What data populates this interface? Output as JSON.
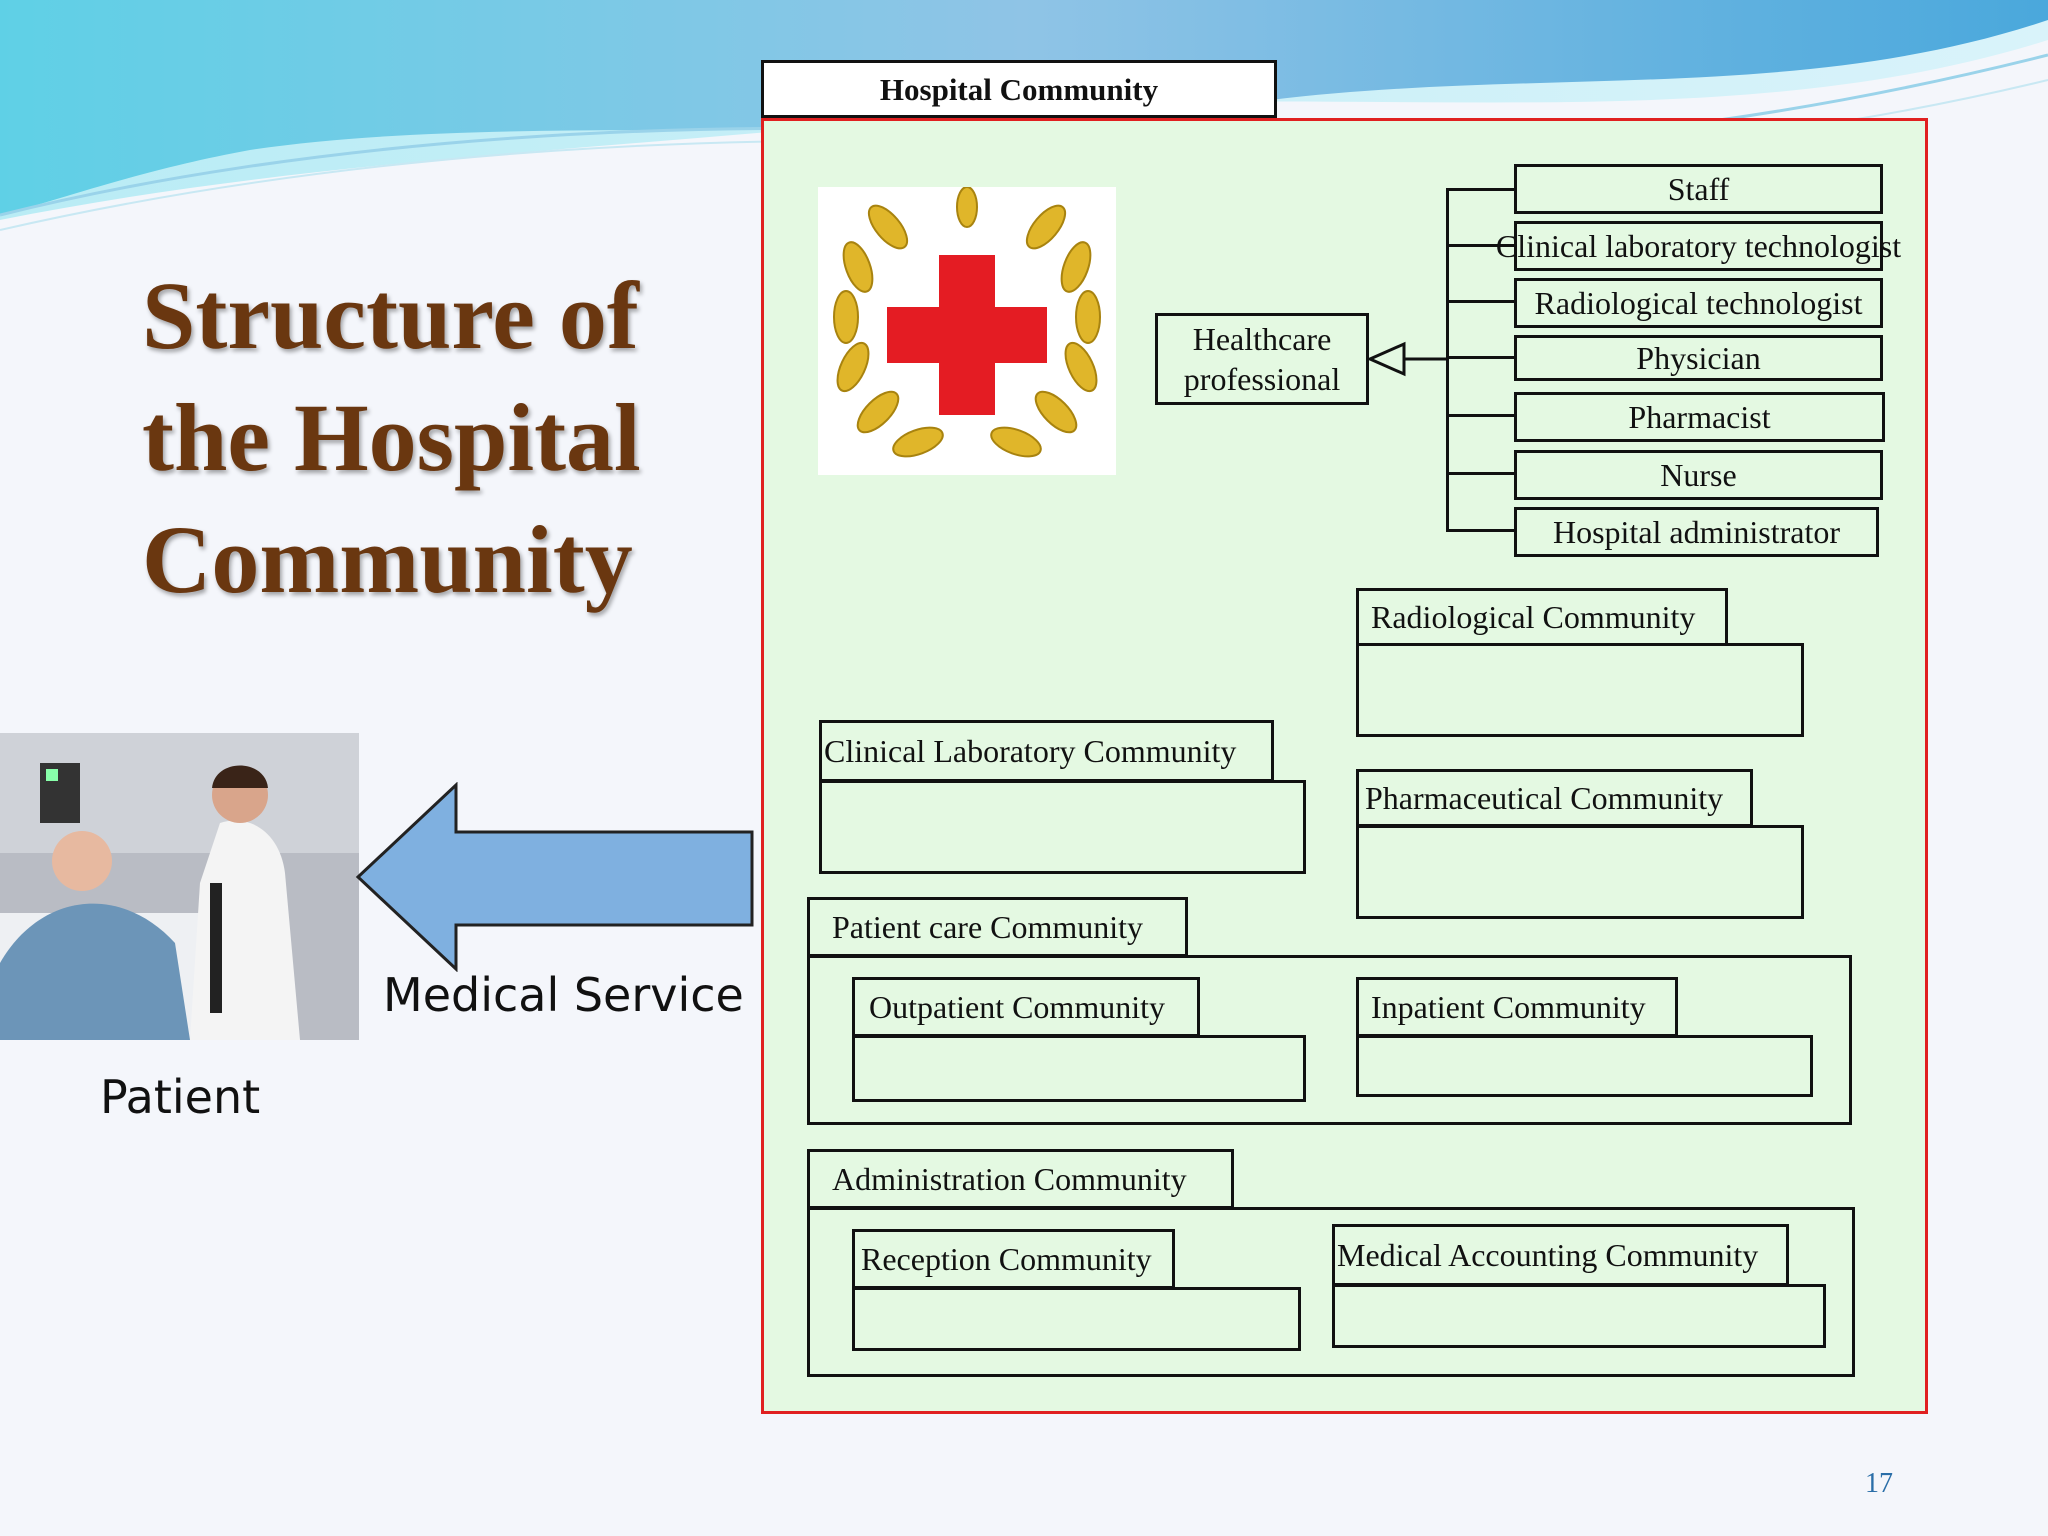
{
  "slide": {
    "title": "Structure of the Hospital Community",
    "page_number": "17"
  },
  "left": {
    "patient_caption": "Patient",
    "arrow_caption": "Medical Service"
  },
  "hospital": {
    "header": "Hospital Community",
    "healthcare_professional": "Healthcare professional",
    "roles": [
      "Staff",
      "Clinical laboratory technologist",
      "Radiological technologist",
      "Physician",
      "Pharmacist",
      "Nurse",
      "Hospital administrator"
    ],
    "communities": {
      "radiological": "Radiological Community",
      "clinical_lab": "Clinical Laboratory  Community",
      "pharmaceutical": "Pharmaceutical Community",
      "patient_care": "Patient care Community",
      "outpatient": "Outpatient Community",
      "inpatient": "Inpatient Community",
      "administration": "Administration Community",
      "reception": "Reception Community",
      "medical_accounting": "Medical Accounting Community"
    }
  },
  "colors": {
    "title": "#6a3710",
    "frame_border": "#e02020",
    "frame_fill": "#e4f9e2",
    "arrow_fill": "#7fb0e0",
    "cross": "#e41c23",
    "laurel": "#e0b62a"
  }
}
